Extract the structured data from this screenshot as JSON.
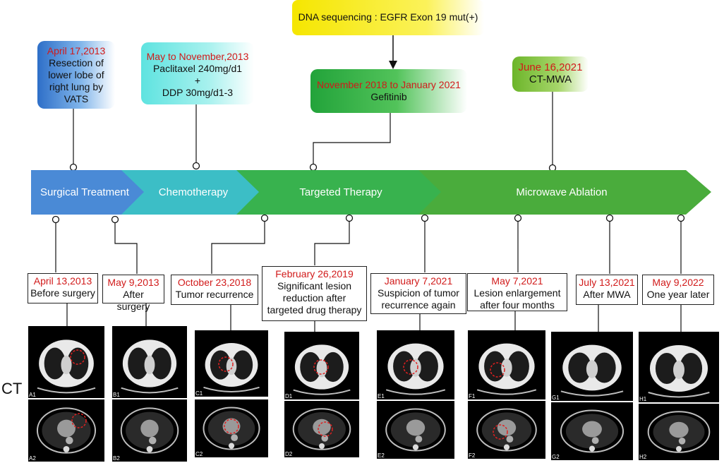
{
  "top_events": [
    {
      "id": "surgery",
      "date": "April 17,2013",
      "text": "Resection of\nlower lobe of\nright lung by\nVATS"
    },
    {
      "id": "chemo",
      "date": "May to November,2013",
      "text": "Paclitaxel 240mg/d1\n+\nDDP 30mg/d1-3"
    },
    {
      "id": "dna",
      "date": "",
      "text": "DNA sequencing : EGFR Exon 19 mut(+)"
    },
    {
      "id": "targeted",
      "date": "November 2018 to January 2021",
      "text": "Gefitinib"
    },
    {
      "id": "mwa",
      "date": "June 16,2021",
      "text": "CT-MWA"
    }
  ],
  "phases": [
    {
      "label": "Surgical Treatment",
      "color": "#4a8ad6"
    },
    {
      "label": "Chemotherapy",
      "color": "#3fb9c4"
    },
    {
      "label": "Targeted Therapy",
      "color": "#37b04c"
    },
    {
      "label": "Microwave Ablation",
      "color": "#47a83a"
    }
  ],
  "ct_events": [
    {
      "date": "April 13,2013",
      "text": "Before surgery",
      "top": "A1",
      "bottom": "A2"
    },
    {
      "date": "May 9,2013",
      "text": "After surgery",
      "top": "B1",
      "bottom": "B2"
    },
    {
      "date": "October 23,2018",
      "text": "Tumor recurrence",
      "top": "C1",
      "bottom": "C2"
    },
    {
      "date": "February 26,2019",
      "text": "Significant lesion\nreduction after\ntargeted drug therapy",
      "top": "D1",
      "bottom": "D2"
    },
    {
      "date": "January 7,2021",
      "text": "Suspicion of tumor\nrecurrence again",
      "top": "E1",
      "bottom": "E2"
    },
    {
      "date": "May 7,2021",
      "text": "Lesion enlargement\nafter four months",
      "top": "F1",
      "bottom": "F2"
    },
    {
      "date": "July 13,2021",
      "text": "After  MWA",
      "top": "G1",
      "bottom": "G2"
    },
    {
      "date": "May 9,2022",
      "text": "One year later",
      "top": "H1",
      "bottom": "H2"
    }
  ],
  "ct_row_label": "CT",
  "colors": {
    "date_red": "#d11a1a",
    "lesion_circle": "#e02020"
  }
}
